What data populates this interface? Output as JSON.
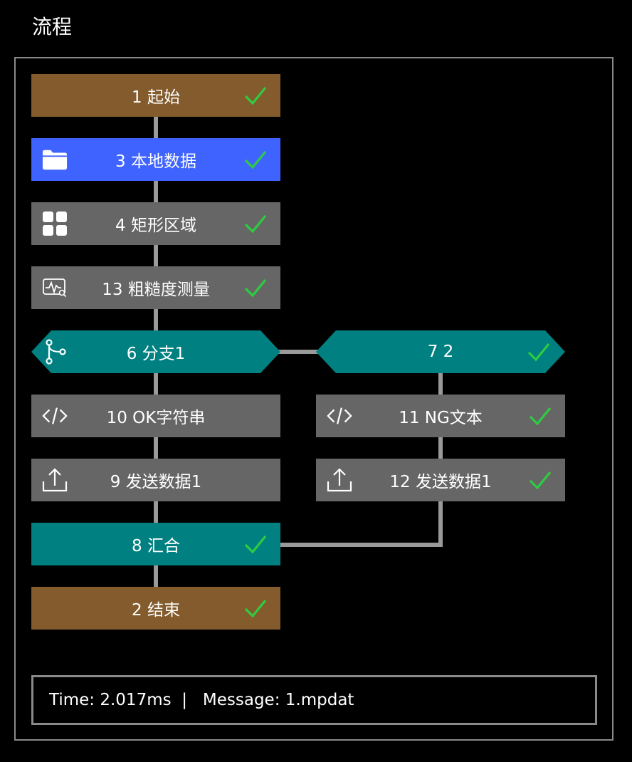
{
  "title": "流程",
  "colors": {
    "start_end": "#835B2C",
    "active": "#3F63FF",
    "tool": "#666666",
    "branch": "#008080",
    "check": "#2ECC40",
    "connector": "#9A9A9A"
  },
  "nodes": [
    {
      "label": "1 起始",
      "type": "start",
      "icon": null,
      "checked": true
    },
    {
      "label": "3 本地数据",
      "type": "active",
      "icon": "folder-icon",
      "checked": true
    },
    {
      "label": "4 矩形区域",
      "type": "tool",
      "icon": "grid-icon",
      "checked": true
    },
    {
      "label": "13 粗糙度测量",
      "type": "tool",
      "icon": "waveform-search-icon",
      "checked": true
    },
    {
      "label": "6 分支1",
      "type": "branch",
      "icon": "branch-icon",
      "checked": false
    },
    {
      "label": "7 2",
      "type": "branch",
      "icon": null,
      "checked": true
    },
    {
      "label": "10 OK字符串",
      "type": "tool",
      "icon": "code-icon",
      "checked": false
    },
    {
      "label": "11 NG文本",
      "type": "tool",
      "icon": "code-icon",
      "checked": true
    },
    {
      "label": "9 发送数据1",
      "type": "tool",
      "icon": "upload-icon",
      "checked": false
    },
    {
      "label": "12 发送数据1",
      "type": "tool",
      "icon": "upload-icon",
      "checked": true
    },
    {
      "label": "8 汇合",
      "type": "merge",
      "icon": null,
      "checked": true
    },
    {
      "label": "2 结束",
      "type": "end",
      "icon": null,
      "checked": true
    }
  ],
  "status": {
    "time_label": "Time:",
    "time_value": "2.017ms",
    "separator": "|",
    "message_label": "Message:",
    "message_value": "1.mpdat"
  }
}
